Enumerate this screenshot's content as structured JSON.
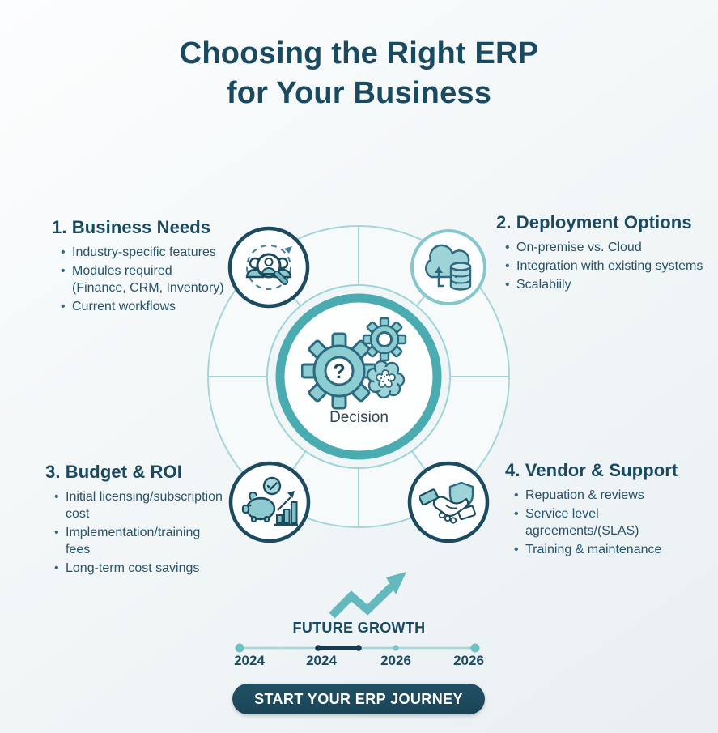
{
  "title": {
    "line1": "Choosing the Right ERP",
    "line2": "for Your Business"
  },
  "sections": [
    {
      "heading": "1. Business Needs",
      "bullets": [
        "Industry-specific features",
        "Modules required\n(Finance, CRM, Inventory)",
        "Current workflows"
      ]
    },
    {
      "heading": "2. Deployment Options",
      "bullets": [
        "On-premise vs. Cloud",
        "Integration with existing systems",
        "Scalabiily"
      ]
    },
    {
      "heading": "3. Budget & ROI",
      "bullets": [
        "Initial licensing/subscription\ncost",
        "Implementation/training fees",
        "Long-term cost savings"
      ]
    },
    {
      "heading": "4. Vendor & Support",
      "bullets": [
        "Repuation & reviews",
        "Service level agreements/(SLAS)",
        "Training & maintenance"
      ]
    }
  ],
  "center": {
    "label": "Decision",
    "question_mark": "?"
  },
  "growth": {
    "label": "FUTURE GROWTH",
    "years": [
      "2024",
      "2024",
      "2026",
      "2026"
    ]
  },
  "cta": {
    "label": "START YOUR ERP JOURNEY"
  },
  "icons": {
    "top_left": "team-search-icon",
    "top_right": "cloud-database-icon",
    "bottom_left": "piggy-bank-chart-icon",
    "bottom_right": "handshake-shield-icon",
    "center": "decision-gears-brain-icon",
    "growth": "zigzag-growth-arrow-icon"
  },
  "colors": {
    "heading_text": "#1a4a60",
    "body_text": "#27536a",
    "teal_ring": "#4aacb0",
    "light_teal_line": "#a4d6d9",
    "icon_fill": "#8ecbd0",
    "dark_outline": "#1c4a5e",
    "button_bg": "#1d4c5f",
    "button_text": "#ffffff",
    "timeline_dark": "#16394e",
    "timeline_dot": "#6fc1c6"
  }
}
